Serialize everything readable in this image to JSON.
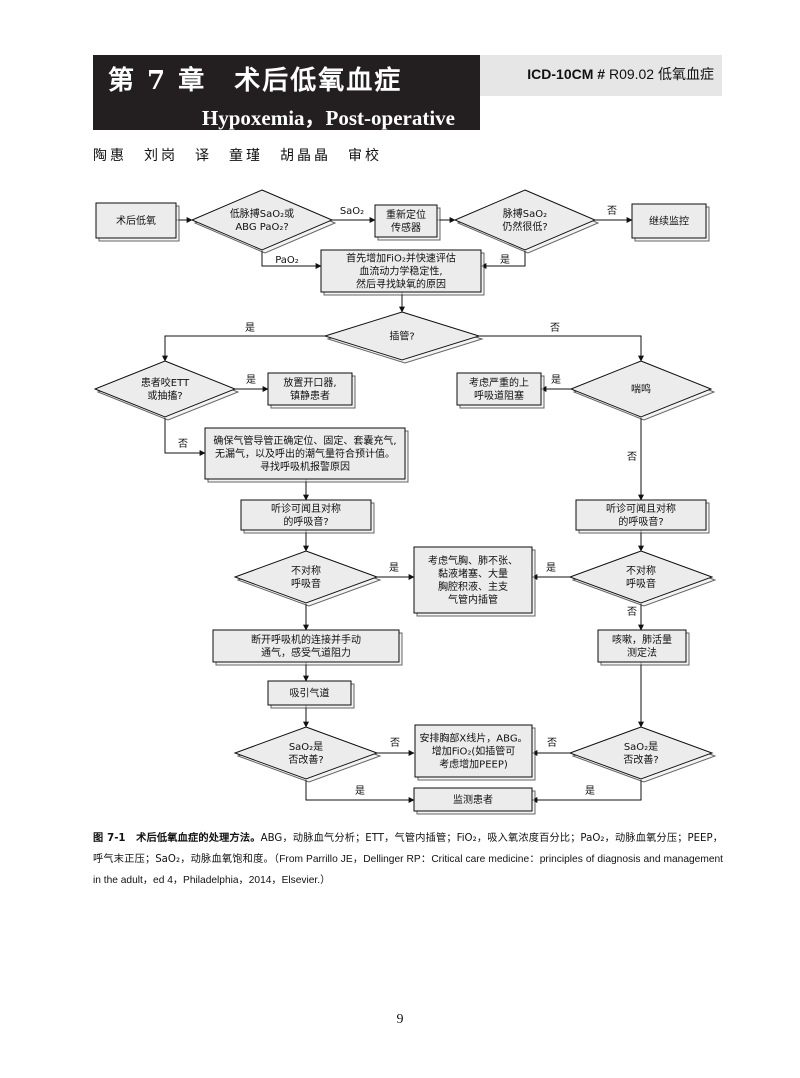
{
  "header": {
    "chapter_title": "第 7 章　术后低氧血症",
    "english_title": "Hypoxemia，Post-operative",
    "icd_prefix": "ICD-10CM #",
    "icd_code": "R09.02 低氧血症"
  },
  "credits": "陶惠　刘岗　译　童瑾　胡晶晶　审校",
  "flowchart": {
    "postop_hypoxemia": "术后低氧",
    "pulse_or_abg": [
      "低脉搏SaO₂或",
      "ABG PaO₂?"
    ],
    "label_sao2": "SaO₂",
    "reposition_sensor": [
      "重新定位",
      "传感器"
    ],
    "pulse_still_low": [
      "脉搏SaO₂",
      "仍然很低?"
    ],
    "label_no_1": "否",
    "continue_monitor": "继续监控",
    "label_pao2": "PaO₂",
    "label_yes_1": "是",
    "increase_fio2": [
      "首先增加FiO₂并快速评估",
      "血流动力学稳定性,",
      "然后寻找缺氧的原因"
    ],
    "label_yes_intubated": "是",
    "intubated": "插管?",
    "label_no_intubated": "否",
    "bites_ett": [
      "患者咬ETT",
      "或抽搐?"
    ],
    "label_yes_bite": "是",
    "bite_block": [
      "放置开口器,",
      "镇静患者"
    ],
    "upper_airway": [
      "考虑严重的上",
      "呼吸道阻塞"
    ],
    "label_yes_stridor": "是",
    "stridor": "喘鸣",
    "label_no_bite": "否",
    "ensure_ett": [
      "确保气管导管正确定位、固定、套囊充气,",
      "无漏气，以及呼出的潮气量符合预计值。",
      "寻找呼吸机报警原因"
    ],
    "label_no_stridor": "否",
    "auscultate_left": [
      "听诊可闻且对称",
      "的呼吸音?"
    ],
    "auscultate_right": [
      "听诊可闻且对称",
      "的呼吸音?"
    ],
    "asym_left": [
      "不对称",
      "呼吸音"
    ],
    "label_yes_asym_left": "是",
    "consider_pneumo": [
      "考虑气胸、肺不张、",
      "黏液堵塞、大量",
      "胸腔积液、主支",
      "气管内插管"
    ],
    "label_yes_asym_right": "是",
    "asym_right": [
      "不对称",
      "呼吸音"
    ],
    "label_no_asym_right": "否",
    "disconnect_vent": [
      "断开呼吸机的连接并手动",
      "通气，感受气道阻力"
    ],
    "cough_spirometry": [
      "咳嗽，肺活量",
      "测定法"
    ],
    "suction": "吸引气道",
    "sao2_improved_left": [
      "SaO₂是",
      "否改善?"
    ],
    "label_no_improved_left": "否",
    "cxr_abg": [
      "安排胸部X线片，ABG。",
      "增加FiO₂(如插管可",
      "考虑增加PEEP)"
    ],
    "label_no_improved_right": "否",
    "sao2_improved_right": [
      "SaO₂是",
      "否改善?"
    ],
    "label_yes_monitor_left": "是",
    "monitor_patient": "监测患者",
    "label_yes_monitor_right": "是"
  },
  "caption": {
    "label": "图 7-1　术后低氧血症的处理方法。",
    "text": "ABG，动脉血气分析；ETT，气管内插管；FiO₂，吸入氧浓度百分比；PaO₂，动脉血氧分压；PEEP，呼气末正压；SaO₂，动脉血氧饱和度。",
    "source": "（From Parrillo JE，Dellinger RP：Critical care medicine：principles of diagnosis and management in the adult，ed 4，Philadelphia，2014，Elsevier.）"
  },
  "page_number": "9"
}
